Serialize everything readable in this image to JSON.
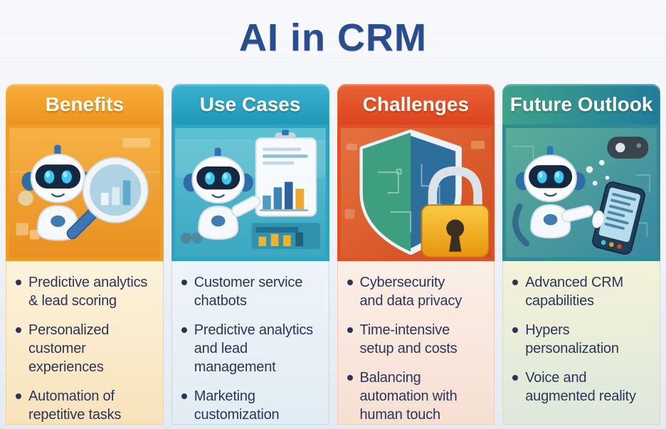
{
  "title": "AI in CRM",
  "colors": {
    "title": "#2B4C8F",
    "benefits_accent": "#EF9D28",
    "use_cases_accent": "#2DA3C2",
    "challenges_accent": "#DF5129",
    "future_accent_left": "#3FA289",
    "future_accent_right": "#1F7D9B",
    "bullet_text": "#2C3654"
  },
  "columns": [
    {
      "id": "benefits",
      "header": "Benefits",
      "icon": "robot-with-magnifying-glass-bar-chart",
      "items": [
        "Predictive analytics\n& lead scoring",
        "Personalized\ncustomer experiences",
        "Automation of\nrepetitive tasks"
      ]
    },
    {
      "id": "use-cases",
      "header": "Use Cases",
      "icon": "robot-presenting-report-charts",
      "items": [
        "Customer service\nchatbots",
        "Predictive analytics\nand lead management",
        "Marketing\ncustomization"
      ]
    },
    {
      "id": "challenges",
      "header": "Challenges",
      "icon": "circuit-shield-with-padlock",
      "items": [
        "Cybersecurity\nand data privacy",
        "Time-intensive\nsetup and costs",
        "Balancing\nautomation with\nhuman touch"
      ]
    },
    {
      "id": "future-outlook",
      "header": "Future Outlook",
      "icon": "robot-holding-smartphone",
      "items": [
        "Advanced CRM\ncapabilities",
        "Hypers\npersonalization",
        "Voice and\naugmented reality"
      ]
    }
  ]
}
